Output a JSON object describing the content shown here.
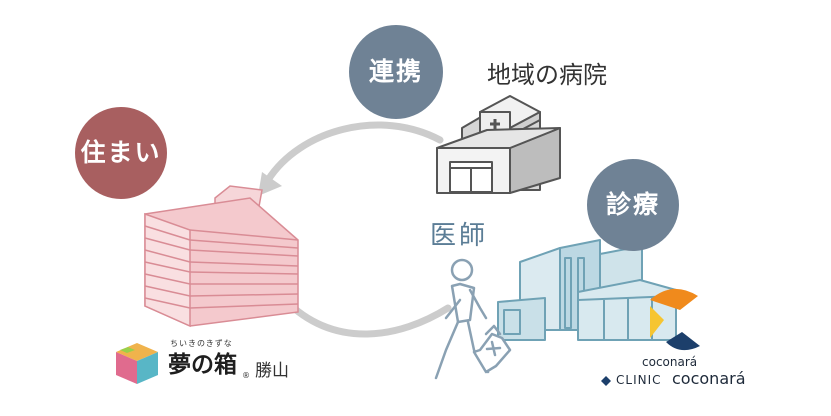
{
  "nodes": {
    "housing": {
      "label": "住まい",
      "color": "#a85f60"
    },
    "cooperation": {
      "label": "連携",
      "color": "#6f8295"
    },
    "treatment": {
      "label": "診療",
      "color": "#6f8295"
    }
  },
  "labels": {
    "local_hospital": "地域の病院",
    "doctor": "医師",
    "location": "勝山"
  },
  "brand_dream": {
    "tagline": "ちいきのきずな",
    "name": "夢の箱",
    "mark": "®"
  },
  "brand_clinic": {
    "name_top": "coconará",
    "clinic_word": "CLINIC",
    "name_bottom": "coconará"
  },
  "colors": {
    "text_blue": "#5b7d96",
    "housing_building": "#f4c9cd",
    "clinic_building": "#cfe3ea",
    "hospital_building": "#e9e9e9",
    "arrow": "#cccccc",
    "line": "#555555",
    "logo_orange": "#f08a1c",
    "logo_yellow": "#f6c531",
    "logo_navy": "#1c3f6b"
  }
}
